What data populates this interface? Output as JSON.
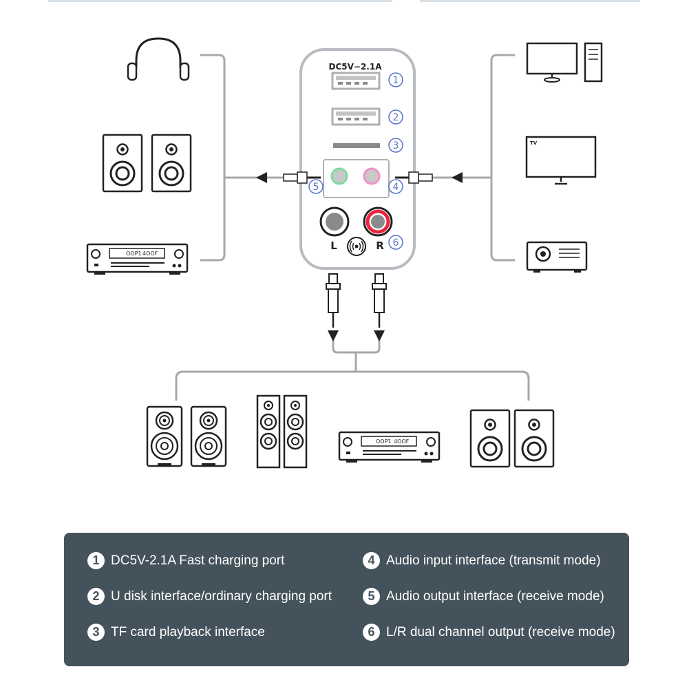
{
  "device": {
    "power_label": "DC5V−2.1A",
    "port_numbers": [
      "1",
      "2",
      "3",
      "4",
      "5",
      "6"
    ],
    "left_channel_label": "L",
    "right_channel_label": "R"
  },
  "devices": {
    "tv_label": "TV",
    "amp_display_left": "OOP1",
    "amp_display_right": "4OOF"
  },
  "legend": {
    "items": [
      {
        "num": "1",
        "text": "DC5V-2.1A Fast charging port"
      },
      {
        "num": "2",
        "text": "U disk interface/ordinary charging port"
      },
      {
        "num": "3",
        "text": "TF card playback interface"
      },
      {
        "num": "4",
        "text": "Audio input interface (transmit mode)"
      },
      {
        "num": "5",
        "text": "Audio output interface (receive mode)"
      },
      {
        "num": "6",
        "text": "L/R dual channel output (receive mode)"
      }
    ]
  },
  "colors": {
    "line": "#a8a8a8",
    "outline": "#222222",
    "accent_red": "#e8253c",
    "accent_green": "#7fd9a0",
    "accent_pink": "#f090c8",
    "badge_blue": "#5a73c7",
    "legend_bg": "#44535b"
  },
  "icons": [
    "headphones-icon",
    "speaker-icon",
    "amplifier-icon",
    "monitor-icon",
    "pc-tower-icon",
    "tv-icon",
    "projector-icon",
    "rca-plug-icon",
    "aux-plug-icon",
    "bluetooth-wave-icon"
  ]
}
